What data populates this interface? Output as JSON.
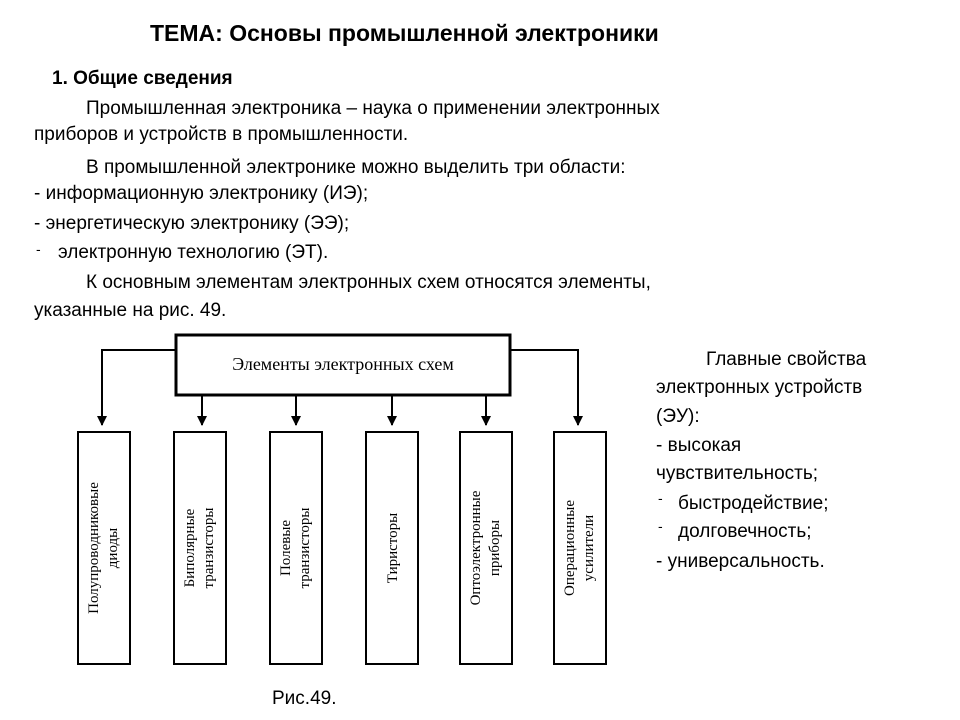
{
  "title": "ТЕМА: Основы промышленной электроники",
  "section": "1. Общие сведения",
  "paragraphs": {
    "p1_line1": "Промышленная электроника – наука о применении электронных",
    "p1_line2": "приборов и устройств в промышленности.",
    "p2": "В промышленной электронике можно выделить три области:",
    "item1": "- информационную электронику (ИЭ);",
    "item2": "- энергетическую электронику (ЭЭ);",
    "item3_bullet": "-",
    "item3": "электронную технологию (ЭТ).",
    "p3_line1": "К основным элементам электронных схем относятся элементы,",
    "p3_line2": "указанные на рис. 49."
  },
  "diagram": {
    "root": "Элементы электронных схем",
    "children": [
      {
        "line1": "Полупроводниковые",
        "line2": "диоды"
      },
      {
        "line1": "Биполярные",
        "line2": "транзисторы"
      },
      {
        "line1": "Полевые",
        "line2": "транзисторы"
      },
      {
        "line1": "Тиристоры",
        "line2": ""
      },
      {
        "line1": "Оптоэлектронные",
        "line2": "приборы"
      },
      {
        "line1": "Операционные",
        "line2": "усилители"
      }
    ],
    "caption": "Рис.49."
  },
  "properties": {
    "heading_line1": "Главные свойства",
    "heading_line2": "электронных устройств",
    "heading_line3": "(ЭУ):",
    "item1_line1": "- высокая",
    "item1_line2": "чувствительность;",
    "item2_bullet": "-",
    "item2": "быстродействие;",
    "item3_bullet": "-",
    "item3": "долговечность;",
    "item4": "- универсальность."
  }
}
